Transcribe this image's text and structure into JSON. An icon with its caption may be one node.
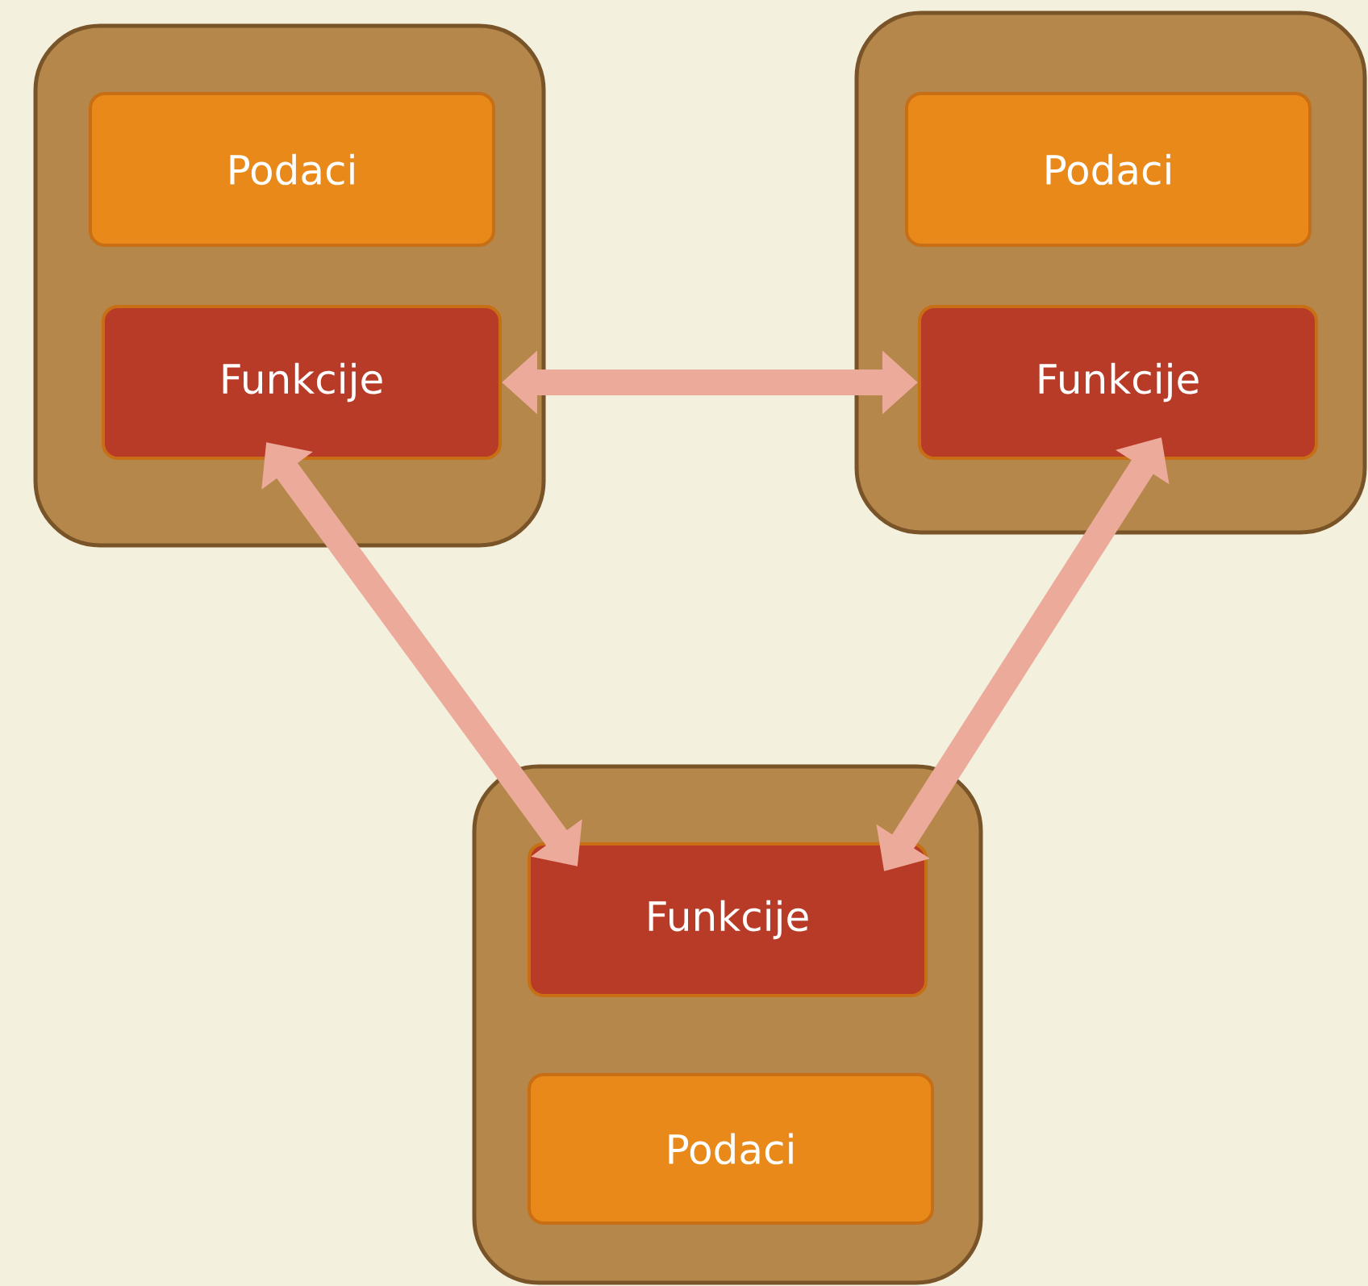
{
  "diagram": {
    "nodes": [
      {
        "text": [],
        "shape": "box"
      },
      {
        "text": [
          "Podaci"
        ],
        "in": 0
      },
      {
        "text": [
          "Funkcije"
        ],
        "in": 0
      },
      {
        "text": [],
        "shape": "box"
      },
      {
        "text": [
          "Podaci"
        ],
        "in": 3
      },
      {
        "text": [
          "Funkcije"
        ],
        "in": 3
      },
      {
        "text": [],
        "shape": "box"
      },
      {
        "text": [
          "Funkcije"
        ],
        "in": 6
      },
      {
        "text": [
          "Podaci"
        ],
        "in": 6
      }
    ],
    "edges": [
      {
        "from": 2,
        "to": 5,
        "arrow": "both"
      },
      {
        "from": 2,
        "to": 7,
        "arrow": "both"
      },
      {
        "from": 5,
        "to": 7,
        "arrow": "both"
      }
    ]
  }
}
